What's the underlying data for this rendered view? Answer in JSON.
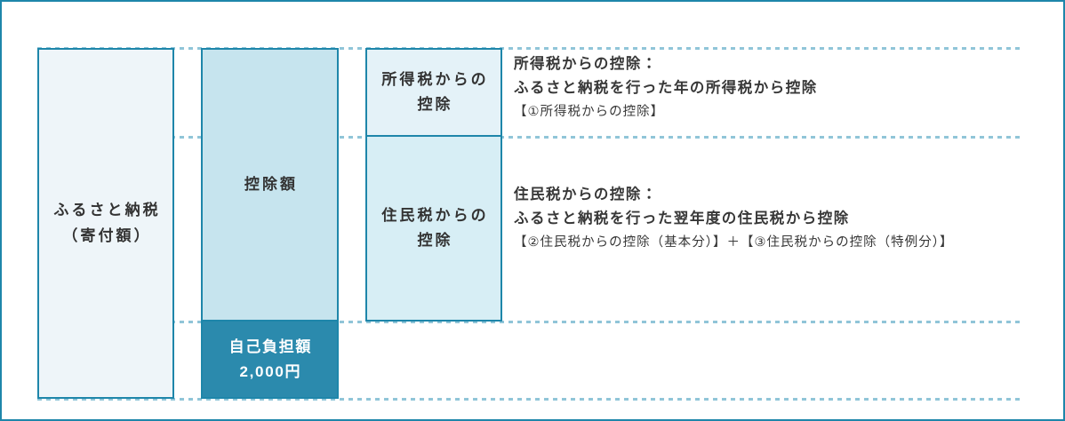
{
  "diagram": {
    "boxes": {
      "donation": {
        "line1": "ふるさと納税",
        "line2": "（寄付額）"
      },
      "deduction": {
        "label": "控除額"
      },
      "self_burden": {
        "line1": "自己負担額",
        "line2": "2,000円"
      },
      "income_tax": {
        "line1": "所得税からの",
        "line2": "控除"
      },
      "resident_tax": {
        "line1": "住民税からの",
        "line2": "控除"
      }
    },
    "notes": {
      "income_tax": {
        "heading": "所得税からの控除：",
        "body": "ふるさと納税を行った年の所得税から控除",
        "formula": "【①所得税からの控除】"
      },
      "resident_tax": {
        "heading": "住民税からの控除：",
        "body": "ふるさと納税を行った翌年度の住民税から控除",
        "formula": "【②住民税からの控除（基本分）】＋【③住民税からの控除（特例分）】"
      }
    },
    "colors": {
      "border": "#1e86aa",
      "dash": "#90c5d8",
      "donation_fill": "#eef5f9",
      "deduction_fill": "#c6e4ee",
      "self_burden_fill": "#2b8aad",
      "income_tax_fill": "#e4f2f8",
      "resident_tax_fill": "#d7eef5",
      "text_dark": "#383838",
      "self_burden_text": "#ffffff"
    }
  }
}
